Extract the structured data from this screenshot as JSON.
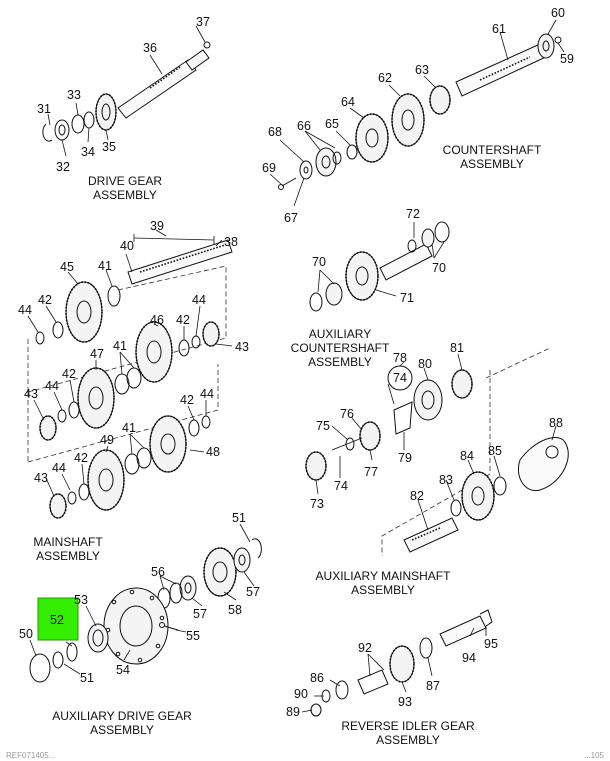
{
  "titles": {
    "drive_gear": [
      "DRIVE GEAR",
      "ASSEMBLY"
    ],
    "countershaft": [
      "COUNTERSHAFT",
      "ASSEMBLY"
    ],
    "aux_countershaft": [
      "AUXILIARY",
      "COUNTERSHAFT",
      "ASSEMBLY"
    ],
    "mainshaft": [
      "MAINSHAFT",
      "ASSEMBLY"
    ],
    "aux_mainshaft": [
      "AUXILIARY MAINSHAFT",
      "ASSEMBLY"
    ],
    "aux_drive_gear": [
      "AUXILIARY DRIVE GEAR",
      "ASSEMBLY"
    ],
    "reverse_idler": [
      "REVERSE IDLER GEAR",
      "ASSEMBLY"
    ]
  },
  "callouts": {
    "n31": "31",
    "n32": "32",
    "n33": "33",
    "n34": "34",
    "n35": "35",
    "n36": "36",
    "n37": "37",
    "n60": "60",
    "n61": "61",
    "n59": "59",
    "n62": "62",
    "n63": "63",
    "n64": "64",
    "n65": "65",
    "n66": "66",
    "n67": "67",
    "n68": "68",
    "n69": "69",
    "n39": "39",
    "n38": "38",
    "n40": "40",
    "n41a": "41",
    "n45": "45",
    "n42a": "42",
    "n44a": "44",
    "n46": "46",
    "n42b": "42",
    "n44b": "44",
    "n43a": "43",
    "n47": "47",
    "n41b": "41",
    "n42c": "42",
    "n44c": "44",
    "n43b": "43",
    "n41c": "41",
    "n42d": "42",
    "n44d": "44",
    "n49": "49",
    "n48": "48",
    "n44e": "44",
    "n42e": "42",
    "n43c": "43",
    "n72": "72",
    "n70a": "70",
    "n70b": "70",
    "n71": "71",
    "n78": "78",
    "n74a": "74",
    "n80": "80",
    "n81": "81",
    "n75": "75",
    "n76": "76",
    "n77": "77",
    "n79": "79",
    "n74b": "74",
    "n73": "73",
    "n88": "88",
    "n84": "84",
    "n85": "85",
    "n83": "83",
    "n82": "82",
    "n51a": "51",
    "n56": "56",
    "n57a": "57",
    "n57b": "57",
    "n58": "58",
    "n53": "53",
    "n52": "52",
    "n50": "50",
    "n51b": "51",
    "n54": "54",
    "n55": "55",
    "n95": "95",
    "n92": "92",
    "n94": "94",
    "n86": "86",
    "n87": "87",
    "n93": "93",
    "n90": "90",
    "n89": "89"
  },
  "highlight": {
    "callout": "52",
    "color": "#33ee00"
  },
  "footer": {
    "left": "REF071405...",
    "right": "...105"
  }
}
